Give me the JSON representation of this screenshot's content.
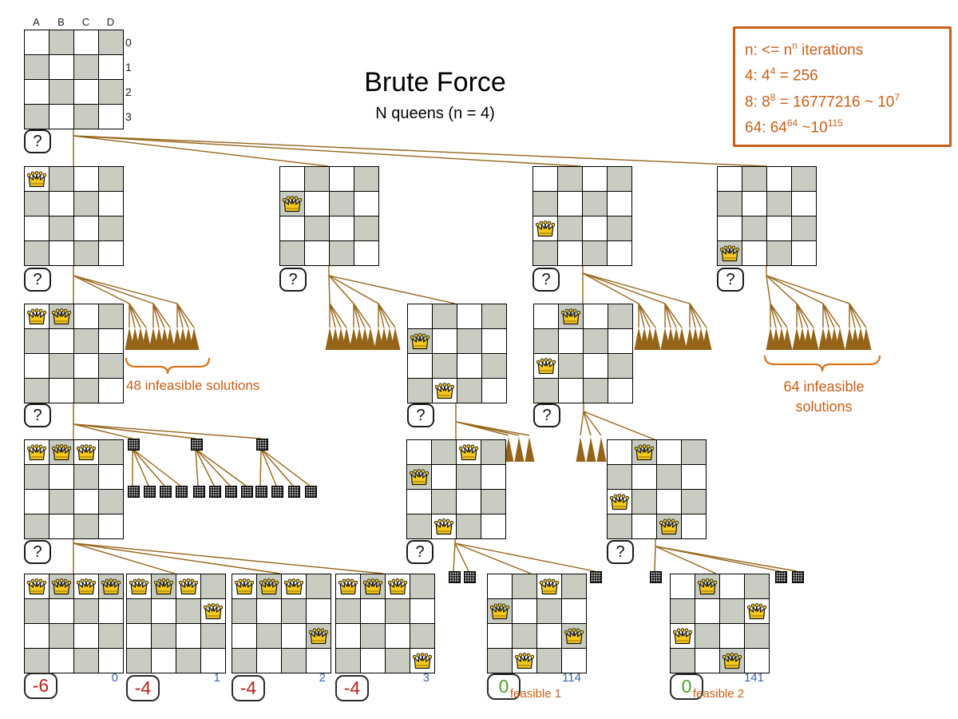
{
  "title": "Brute Force",
  "subtitle": "N queens (n = 4)",
  "info_box": {
    "lines": [
      "n: <= n^{n} iterations",
      "4: 4^{4} = 256",
      "8: 8^{8} = 16777216 ~ 10^{7}",
      "64: 64^{64} ~10^{115}"
    ]
  },
  "axis": {
    "cols": [
      "A",
      "B",
      "C",
      "D"
    ],
    "rows": [
      "0",
      "1",
      "2",
      "3"
    ]
  },
  "question_mark": "?",
  "annotations": {
    "infeasible_48": "48 infeasible solutions",
    "infeasible_64_line1": "64 infeasible",
    "infeasible_64_line2": "solutions",
    "feasible_1": "feasible 1",
    "feasible_2": "feasible 2"
  },
  "boards": {
    "root": {
      "queens": []
    },
    "a0": {
      "queens": [
        "A0"
      ]
    },
    "a1": {
      "queens": [
        "A1"
      ]
    },
    "a2": {
      "queens": [
        "A2"
      ]
    },
    "a3": {
      "queens": [
        "A3"
      ]
    },
    "a0b0": {
      "queens": [
        "A0",
        "B0"
      ]
    },
    "a1b3": {
      "queens": [
        "A1",
        "B3"
      ]
    },
    "a2b0": {
      "queens": [
        "A2",
        "B0"
      ]
    },
    "a0b0c0": {
      "queens": [
        "A0",
        "B0",
        "C0"
      ]
    },
    "a1b3c0": {
      "queens": [
        "C0",
        "A1",
        "B3"
      ]
    },
    "a2b0c3": {
      "queens": [
        "B0",
        "A2",
        "C3"
      ]
    },
    "d0": {
      "queens": [
        "A0",
        "B0",
        "C0",
        "D0"
      ],
      "score": "-6",
      "index": "0"
    },
    "d1": {
      "queens": [
        "A0",
        "B0",
        "C0",
        "D1"
      ],
      "score": "-4",
      "index": "1"
    },
    "d2": {
      "queens": [
        "A0",
        "B0",
        "C0",
        "D2"
      ],
      "score": "-4",
      "index": "2"
    },
    "d3": {
      "queens": [
        "A0",
        "B0",
        "C0",
        "D3"
      ],
      "score": "-4",
      "index": "3"
    },
    "f1": {
      "queens": [
        "C0",
        "A1",
        "D2",
        "B3"
      ],
      "score": "0",
      "index": "114"
    },
    "f2": {
      "queens": [
        "B0",
        "D1",
        "A2",
        "C3"
      ],
      "score": "0",
      "index": "141"
    }
  },
  "colors": {
    "edge": "#966419",
    "orange": "#c85f19",
    "brace": "#d9731f",
    "red": "#be1e1e",
    "green": "#50a030",
    "blue": "#3c64aa",
    "cell_dark": "#c9cdc1"
  }
}
